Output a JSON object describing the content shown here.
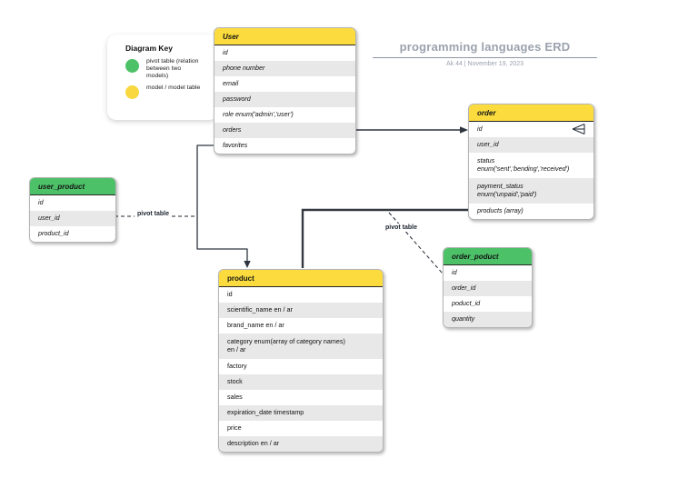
{
  "header": {
    "title": "programming languages ERD",
    "subtitle": "Ak 44  |  November 19, 2023"
  },
  "diagram_key": {
    "title": "Diagram Key",
    "items": [
      {
        "icon": "green-dot",
        "color": "#4CC168",
        "label": "pivot table (relation between two models)"
      },
      {
        "icon": "yellow-dot",
        "color": "#F8D83E",
        "label": "model / model table"
      }
    ]
  },
  "tables": {
    "user": {
      "title": "User",
      "type": "model",
      "rows": [
        "id",
        "phone number",
        "email",
        "password",
        "role enum('admin','user')",
        "orders",
        "favorites"
      ]
    },
    "order": {
      "title": "order",
      "type": "model",
      "rows": [
        "id",
        "user_id",
        "status\nenum('sent','bending','received')",
        "payment_status\nenum('unpaid','paid')",
        "products (array)"
      ]
    },
    "user_product": {
      "title": "user_product",
      "type": "pivot",
      "rows": [
        "id",
        "user_id",
        "product_id"
      ]
    },
    "product": {
      "title": "product",
      "type": "model",
      "rows": [
        "id",
        "scientific_name en / ar",
        "brand_name en / ar",
        "category enum(array of category names)\nen / ar",
        "factory",
        "stock",
        "sales",
        "expiration_date timestamp",
        "price",
        "description en / ar"
      ]
    },
    "order_poduct": {
      "title": "order_poduct",
      "type": "pivot",
      "rows": [
        "id",
        "order_id",
        "poduct_id",
        "quantity"
      ]
    }
  },
  "connectors": {
    "user_product_pivot_label": "pivot table",
    "order_product_pivot_label": "pivot table"
  },
  "colors": {
    "model_header_yellow": "#FBDB3D",
    "pivot_header_green": "#4CC168",
    "row_alt_gray": "#E8E8E8",
    "line_dark": "#2E3540",
    "title_gray": "#9BA2AE"
  }
}
